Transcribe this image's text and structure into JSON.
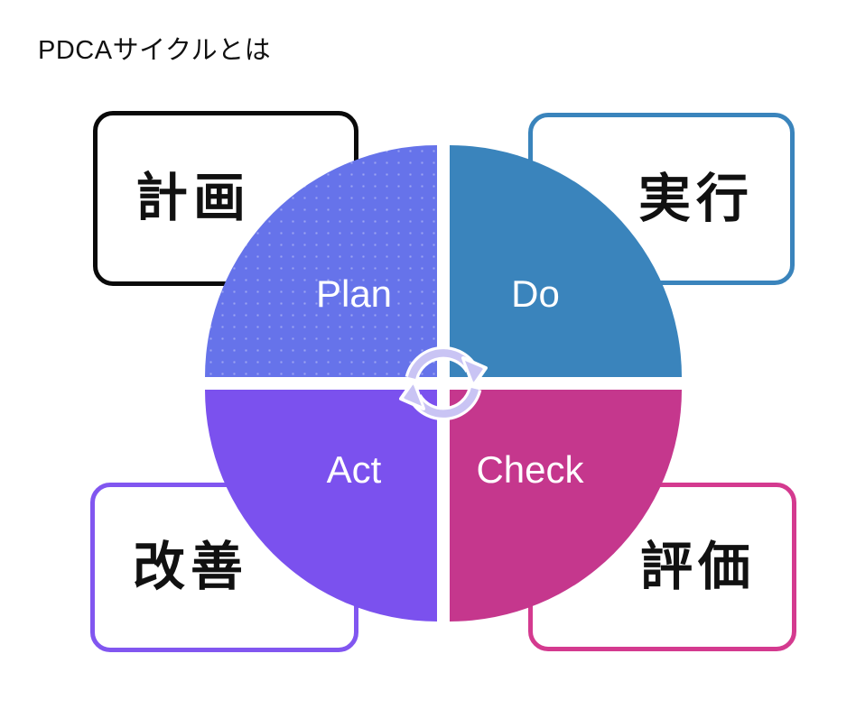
{
  "title": "PDCAサイクルとは",
  "quadrants": {
    "plan": {
      "label": "Plan",
      "color": "#6673ea"
    },
    "do": {
      "label": "Do",
      "color": "#3a84bc"
    },
    "act": {
      "label": "Act",
      "color": "#7b51ee"
    },
    "check": {
      "label": "Check",
      "color": "#c5378d"
    }
  },
  "corner_boxes": {
    "plan": {
      "label": "計画",
      "border_color": "#0a0a0a"
    },
    "do": {
      "label": "実行",
      "border_color": "#3a84bc"
    },
    "act": {
      "label": "改善",
      "border_color": "#8156f0"
    },
    "check": {
      "label": "評価",
      "border_color": "#d43a8f"
    }
  },
  "center_icon": {
    "name": "cycle-arrows-icon",
    "fill_color": "#c9c4f4",
    "outline_color": "#ffffff"
  }
}
